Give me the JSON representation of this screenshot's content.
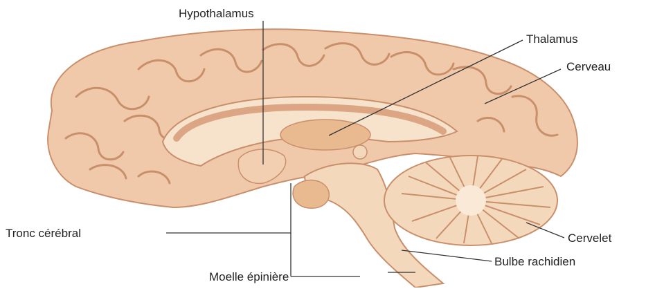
{
  "labels": {
    "hypothalamus": "Hypothalamus",
    "thalamus": "Thalamus",
    "cerveau": "Cerveau",
    "tronc": "Tronc cérébral",
    "cervelet": "Cervelet",
    "bulbe": "Bulbe rachidien",
    "moelle": "Moelle épinière"
  },
  "colors": {
    "cortex": "#f0c9aa",
    "cortex_outline": "#c98f6b",
    "cortex_dark": "#dca685",
    "inner": "#f7e2cc",
    "thalamus": "#e9b98f",
    "cerebellum": "#f4d8bc",
    "leader_line": "#333333"
  }
}
